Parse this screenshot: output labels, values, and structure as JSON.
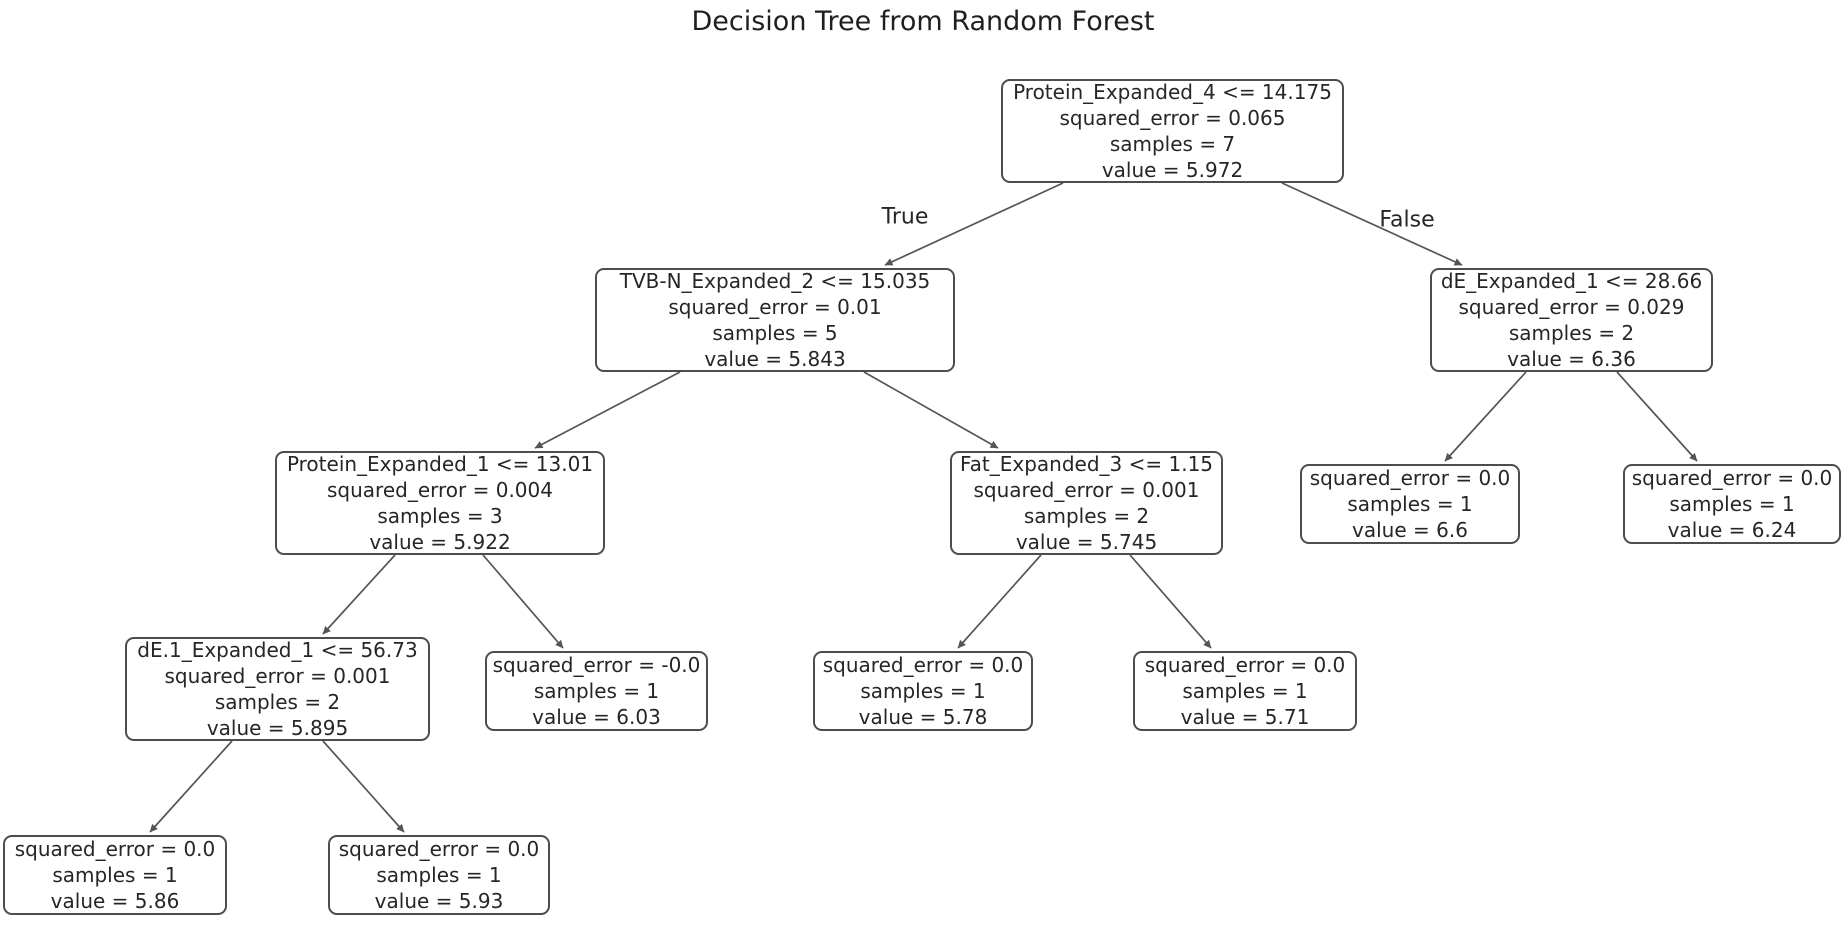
{
  "title": "Decision Tree from Random Forest",
  "edge_labels": {
    "left": "True",
    "right": "False"
  },
  "colors": {
    "background": "#ffffff",
    "text": "#262626",
    "node_border": "#4d4d4d",
    "edge": "#555555"
  },
  "nodes": [
    {
      "id": "root",
      "condition": "Protein_Expanded_4 <= 14.175",
      "error": "squared_error = 0.065",
      "samples": "samples = 7",
      "value": "value = 5.972"
    },
    {
      "id": "l",
      "condition": "TVB-N_Expanded_2 <= 15.035",
      "error": "squared_error = 0.01",
      "samples": "samples = 5",
      "value": "value = 5.843"
    },
    {
      "id": "r",
      "condition": "dE_Expanded_1 <= 28.66",
      "error": "squared_error = 0.029",
      "samples": "samples = 2",
      "value": "value = 6.36"
    },
    {
      "id": "ll",
      "condition": "Protein_Expanded_1 <= 13.01",
      "error": "squared_error = 0.004",
      "samples": "samples = 3",
      "value": "value = 5.922"
    },
    {
      "id": "lr",
      "condition": "Fat_Expanded_3 <= 1.15",
      "error": "squared_error = 0.001",
      "samples": "samples = 2",
      "value": "value = 5.745"
    },
    {
      "id": "rl",
      "error": "squared_error = 0.0",
      "samples": "samples = 1",
      "value": "value = 6.6"
    },
    {
      "id": "rr",
      "error": "squared_error = 0.0",
      "samples": "samples = 1",
      "value": "value = 6.24"
    },
    {
      "id": "lll",
      "condition": "dE.1_Expanded_1 <= 56.73",
      "error": "squared_error = 0.001",
      "samples": "samples = 2",
      "value": "value = 5.895"
    },
    {
      "id": "llr",
      "error": "squared_error = -0.0",
      "samples": "samples = 1",
      "value": "value = 6.03"
    },
    {
      "id": "lrl",
      "error": "squared_error = 0.0",
      "samples": "samples = 1",
      "value": "value = 5.78"
    },
    {
      "id": "lrr",
      "error": "squared_error = 0.0",
      "samples": "samples = 1",
      "value": "value = 5.71"
    },
    {
      "id": "llll",
      "error": "squared_error = 0.0",
      "samples": "samples = 1",
      "value": "value = 5.86"
    },
    {
      "id": "lllr",
      "error": "squared_error = 0.0",
      "samples": "samples = 1",
      "value": "value = 5.93"
    }
  ]
}
